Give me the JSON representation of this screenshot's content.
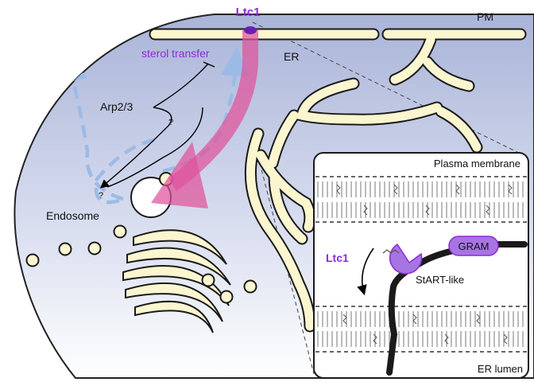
{
  "labels": {
    "ltc1_top": "Ltc1",
    "pm": "PM",
    "er": "ER",
    "sterol_transfer": "sterol transfer",
    "arp23": "Arp2/3",
    "question_top": "?",
    "question_bottom": "?",
    "endosome": "Endosome"
  },
  "inset": {
    "plasma_membrane": "Plasma membrane",
    "er_lumen": "ER lumen",
    "ltc1": "Ltc1",
    "gram": "GRAM",
    "start_like": "StART-like"
  },
  "colors": {
    "cell_gradient_top": "#a9b4d8",
    "cell_gradient_bottom": "#ffffff",
    "organelle_fill": "#fbf6cf",
    "ltc1_purple": "#8c2bd6",
    "domain_purple": "#a774e3",
    "transfer_arrow": "#e0529a",
    "dashed_path": "#9bbbe6"
  }
}
